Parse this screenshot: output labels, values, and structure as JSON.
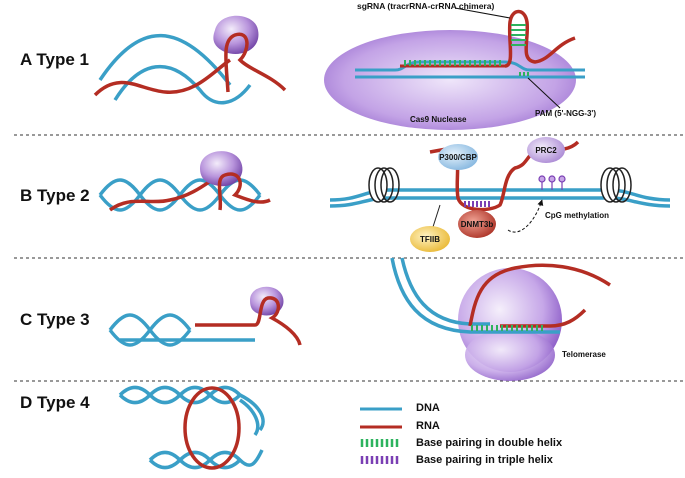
{
  "rows": [
    {
      "id": "A",
      "label": "A Type 1"
    },
    {
      "id": "B",
      "label": "B Type 2"
    },
    {
      "id": "C",
      "label": "C Type 3"
    },
    {
      "id": "D",
      "label": "D Type 4"
    }
  ],
  "annotations": {
    "sgrna": "sgRNA (tracrRNA-crRNA chimera)",
    "cas9": "Cas9 Nuclease",
    "pam": "PAM (5'-NGG-3')",
    "p300": "P300/CBP",
    "prc2": "PRC2",
    "tfiib": "TFIIB",
    "dnmt3b": "DNMT3b",
    "cpg": "CpG methylation",
    "telomerase": "Telomerase"
  },
  "legend": [
    {
      "label": "DNA",
      "color": "#3a9fc7",
      "kind": "line"
    },
    {
      "label": "RNA",
      "color": "#b42d23",
      "kind": "line"
    },
    {
      "label": "Base pairing in double helix",
      "color": "#2db35e",
      "kind": "dashes"
    },
    {
      "label": "Base pairing in triple helix",
      "color": "#7a3fb4",
      "kind": "dashes"
    }
  ],
  "colors": {
    "dna": "#3a9fc7",
    "rna": "#b42d23",
    "protein": "#9d72c9",
    "double_pair": "#2db35e",
    "triple_pair": "#7a3fb4",
    "tfiib": "#f2c94c",
    "p300": "#9ec9e8",
    "dnmt3b": "#c0392b"
  }
}
